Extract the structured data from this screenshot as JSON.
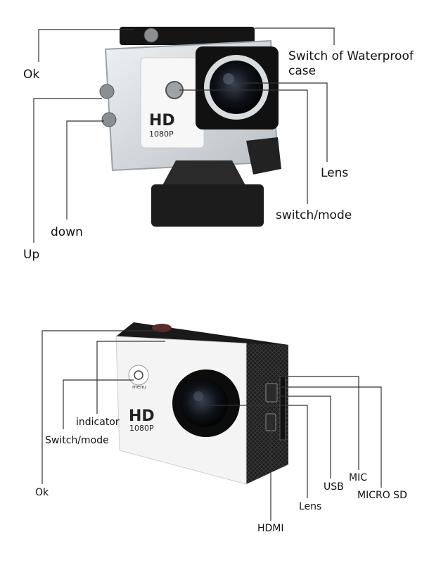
{
  "top_diagram": {
    "labels": {
      "ok": "Ok",
      "up": "Up",
      "down": "down",
      "switch_case_line1": "Switch of Waterproof",
      "switch_case_line2": "case",
      "lens": "Lens",
      "switch_mode": "switch/mode"
    },
    "camera_text": {
      "hd": "HD",
      "resolution": "1080P"
    }
  },
  "bottom_diagram": {
    "labels": {
      "indicator": "indicator",
      "switch_mode": "Switch/mode",
      "ok": "Ok",
      "mic": "MIC",
      "usb": "USB",
      "micro_sd": "MICRO SD",
      "lens": "Lens",
      "hdmi": "HDMI"
    },
    "camera_text": {
      "hd": "HD",
      "resolution": "1080P",
      "menu": "menu"
    }
  },
  "colors": {
    "line": "#333333",
    "case_gray": "#cfd3d6",
    "body_white": "#f4f4f4",
    "body_black": "#1a1a1a"
  }
}
